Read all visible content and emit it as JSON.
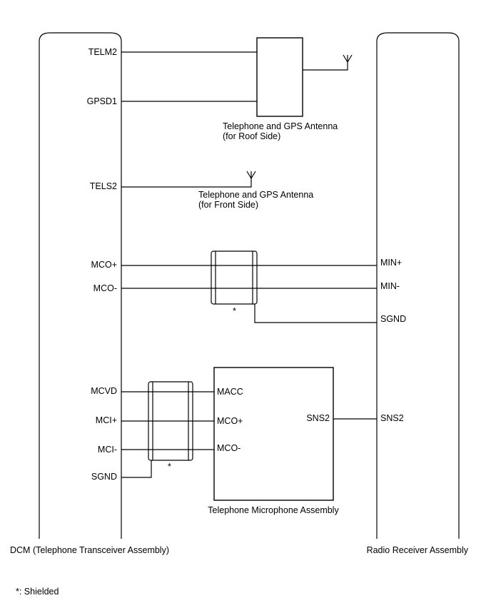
{
  "dcm": {
    "name": "DCM (Telephone Transceiver Assembly)",
    "pins": {
      "telm2": "TELM2",
      "gpsd1": "GPSD1",
      "tels2": "TELS2",
      "mco_plus": "MCO+",
      "mco_minus": "MCO-",
      "mcvd": "MCVD",
      "mci_plus": "MCI+",
      "mci_minus": "MCI-",
      "sgnd": "SGND"
    }
  },
  "radio": {
    "name": "Radio Receiver Assembly",
    "pins": {
      "min_plus": "MIN+",
      "min_minus": "MIN-",
      "sgnd": "SGND",
      "sns2": "SNS2"
    }
  },
  "roof_antenna": {
    "line1": "Telephone and GPS Antenna",
    "line2": "(for Roof Side)"
  },
  "front_antenna": {
    "line1": "Telephone and GPS Antenna",
    "line2": "(for Front Side)"
  },
  "microphone": {
    "name": "Telephone Microphone Assembly",
    "pins": {
      "macc": "MACC",
      "mco_plus": "MCO+",
      "mco_minus": "MCO-",
      "sns2": "SNS2"
    }
  },
  "shield_marks": {
    "upper": "*",
    "lower": "*"
  },
  "footnote": "*: Shielded"
}
